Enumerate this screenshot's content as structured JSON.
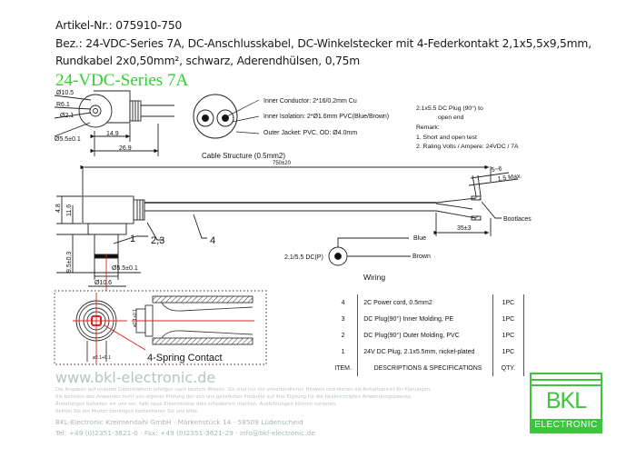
{
  "header": {
    "article_no": "Artikel-Nr.: 075910-750",
    "description_line1": "Bez.: 24-VDC-Series 7A, DC-Anschlusskabel, DC-Winkelstecker mit 4-Federkontakt 2,1x5,5x9,5mm,",
    "description_line2": "Rundkabel 2x0,50mm², schwarz, Aderendhülsen, 0,75m",
    "series_title": "24-VDC-Series 7A"
  },
  "plug_front": {
    "dia_outer": "Ø10.5",
    "radius": "R6.1",
    "dia_pin": "Ø2.1",
    "dia_barrel": "Ø5.5±0.1",
    "dim_14_9": "14.9",
    "dim_26_9": "26.9"
  },
  "cable_structure": {
    "title": "Cable Structure (0.5mm2)",
    "inner_conductor": "Inner Conductor: 2*16/0.2mm Cu",
    "inner_isolation": "Inner Isolation: 2*Ø1.6mm PVC(Blue/Brown)",
    "outer_jacket": "Outer Jacket: PVC, OD: Ø4.0mm"
  },
  "remarks": {
    "title_line1": "2.1x5.5 DC Plug (90°) to",
    "title_line2": "open end",
    "remark_label": "Remark:",
    "item1": "1. Short and open test",
    "item2": "2. Rating Volts / Ampere: 24VDC / 7A"
  },
  "side_view": {
    "length": "750±20",
    "dim_4_8": "4.8",
    "dim_11_6": "11.6",
    "dim_9_5": "9.5±0.3",
    "dia_barrel": "Ø5.5±0.1",
    "dia_body": "Ø10.6",
    "callout_1": "1",
    "callout_23": "2,3",
    "callout_4": "4",
    "strip_5_6": "5~6",
    "strip_1_5": "1.5 Max.",
    "split_len": "35±3",
    "bootlaces": "Bootlaces"
  },
  "wiring": {
    "plug_label": "2.1/5.5 DC(P)",
    "blue": "Blue",
    "brown": "Brown",
    "title": "Wiring"
  },
  "detail": {
    "dim_pin": "ø2.1+0.1",
    "dim_pin_side": "ø2.1+0.1",
    "spring_label": "4-Spring Contact"
  },
  "bom": {
    "rows": [
      {
        "item": "4",
        "desc": "2C Power cord, 0.5mm2",
        "qty": "1PC"
      },
      {
        "item": "3",
        "desc": "DC Plug(90°) Inner Molding, PE",
        "qty": "1PC"
      },
      {
        "item": "2",
        "desc": "DC Plug(90°) Outer Molding, PVC",
        "qty": "1PC"
      },
      {
        "item": "1",
        "desc": "24V DC Plug, 2.1x5.5mm, nickel-plated",
        "qty": "1PC"
      }
    ],
    "header": {
      "item": "ITEM.",
      "desc": "DESCRIPTIONS & SPECIFICATIONS",
      "qty": "QTY."
    }
  },
  "footer": {
    "website": "www.bkl-electronic.de",
    "disclaimer1": "Die Angaben auf unseren Datenblättern erfolgen nach bestem Wissen. Sie sind nur ein unverbindlicher Hinweis und dienen als Anhaltspunkt für Planungen.",
    "disclaimer2": "Sie befreien den Anwender nicht von eigener Prüfung der von uns gelieferten Produkte auf ihre Eignung für die beabsichtigten Anwendungszwecke.",
    "disclaimer3": "Änderungen behalten wir uns vor, falls neue Erkenntnisse dies erforderlich machen. Ausführungen können variieren.",
    "disclaimer4": "Sollten Sie ein Muster benötigen kontaktieren Sie uns bitte.",
    "company": "BKL-Electronic Kreimendahl GmbH · Märkenstück 14 · 58509 Lüdenscheid",
    "contact": "Tel: +49 (0)2351-3621-0 · Fax: +49 (0)2351-3621-29 · info@bkl-electronic.de"
  },
  "logo": {
    "brand": "BKL",
    "sub": "ELECTRONIC",
    "color": "#3ec43e"
  },
  "colors": {
    "series_green": "#2fd12f",
    "red_axis": "#e02020",
    "footer_gray": "#b5c4c4"
  }
}
